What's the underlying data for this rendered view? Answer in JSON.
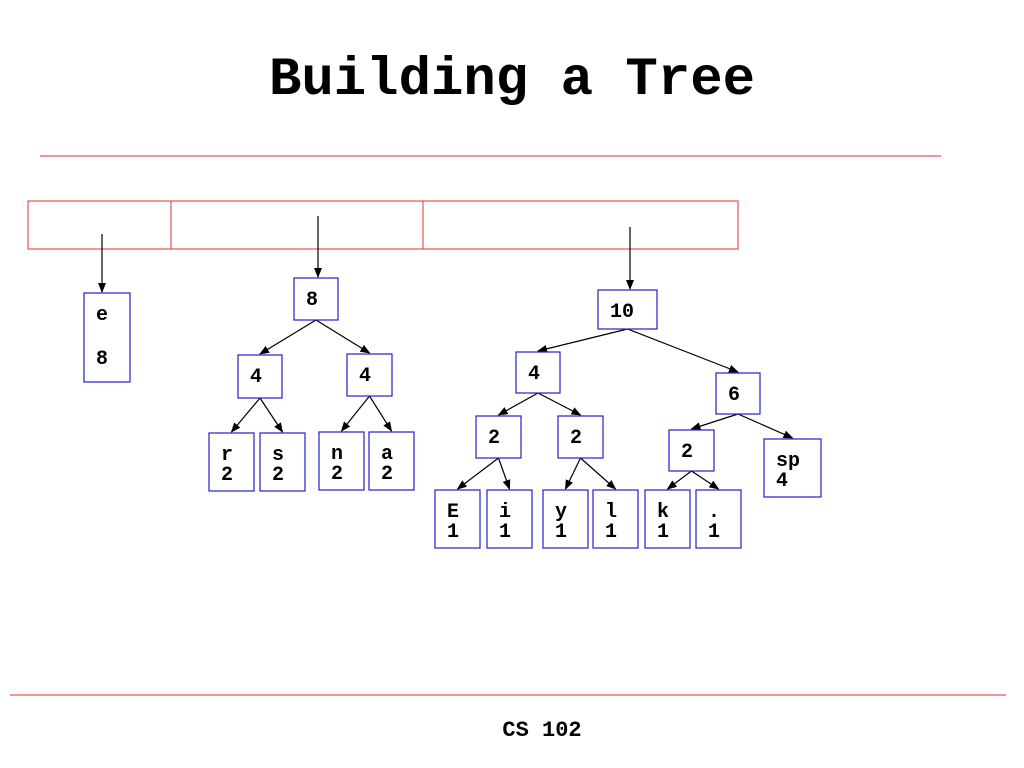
{
  "slide": {
    "title": "Building a Tree",
    "footer": "CS 102"
  },
  "colors": {
    "rule": "#e03030",
    "queue_border": "#e03030",
    "node_border": "#2020c8",
    "edge": "#000000",
    "text": "#000000"
  },
  "queue": {
    "slots": 3
  },
  "nodes": [
    {
      "id": "e",
      "lines": [
        "e",
        "8"
      ]
    },
    {
      "id": "t8",
      "lines": [
        "8"
      ]
    },
    {
      "id": "t8l",
      "lines": [
        "4"
      ]
    },
    {
      "id": "t8r",
      "lines": [
        "4"
      ]
    },
    {
      "id": "r",
      "lines": [
        "r",
        "2"
      ]
    },
    {
      "id": "s",
      "lines": [
        "s",
        "2"
      ]
    },
    {
      "id": "n",
      "lines": [
        "n",
        "2"
      ]
    },
    {
      "id": "a",
      "lines": [
        "a",
        "2"
      ]
    },
    {
      "id": "t10",
      "lines": [
        "10"
      ]
    },
    {
      "id": "t4",
      "lines": [
        "4"
      ]
    },
    {
      "id": "t6",
      "lines": [
        "6"
      ]
    },
    {
      "id": "t2a",
      "lines": [
        "2"
      ]
    },
    {
      "id": "t2b",
      "lines": [
        "2"
      ]
    },
    {
      "id": "t2c",
      "lines": [
        "2"
      ]
    },
    {
      "id": "sp",
      "lines": [
        "sp",
        "4"
      ]
    },
    {
      "id": "E",
      "lines": [
        "E",
        "1"
      ]
    },
    {
      "id": "i",
      "lines": [
        "i",
        "1"
      ]
    },
    {
      "id": "y",
      "lines": [
        "y",
        "1"
      ]
    },
    {
      "id": "l",
      "lines": [
        "l",
        "1"
      ]
    },
    {
      "id": "k",
      "lines": [
        "k",
        "1"
      ]
    },
    {
      "id": "dot",
      "lines": [
        ".",
        "1"
      ]
    }
  ],
  "edges": [
    [
      "t8",
      "t8l"
    ],
    [
      "t8",
      "t8r"
    ],
    [
      "t8l",
      "r"
    ],
    [
      "t8l",
      "s"
    ],
    [
      "t8r",
      "n"
    ],
    [
      "t8r",
      "a"
    ],
    [
      "t10",
      "t4"
    ],
    [
      "t10",
      "t6"
    ],
    [
      "t4",
      "t2a"
    ],
    [
      "t4",
      "t2b"
    ],
    [
      "t6",
      "t2c"
    ],
    [
      "t6",
      "sp"
    ],
    [
      "t2a",
      "E"
    ],
    [
      "t2a",
      "i"
    ],
    [
      "t2b",
      "y"
    ],
    [
      "t2b",
      "l"
    ],
    [
      "t2c",
      "k"
    ],
    [
      "t2c",
      "dot"
    ]
  ],
  "queue_pointers": [
    {
      "slot": 0,
      "target": "e"
    },
    {
      "slot": 1,
      "target": "t8"
    },
    {
      "slot": 2,
      "target": "t10"
    }
  ]
}
